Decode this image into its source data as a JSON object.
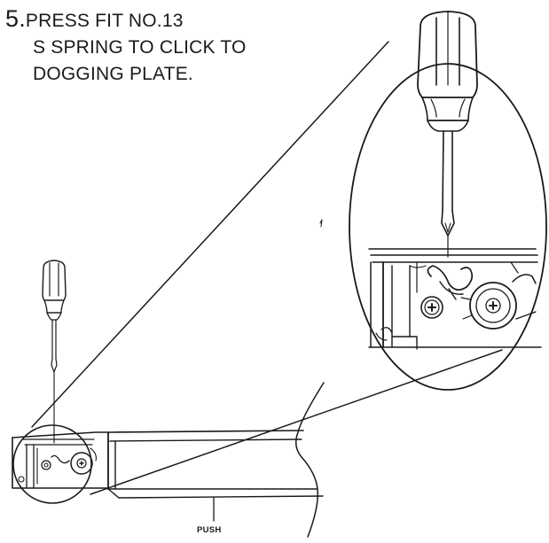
{
  "instruction": {
    "step_number": "5.",
    "line1": "PRESS FIT NO.13",
    "line2": "S SPRING TO CLICK TO",
    "line3": "DOGGING PLATE."
  },
  "labels": {
    "push": "PUSH"
  },
  "colors": {
    "ink": "#1a1a1a",
    "paper": "#ffffff"
  },
  "icons": {
    "tool": "phillips-screwdriver-icon",
    "fastener": "phillips-screw-head-icon"
  }
}
